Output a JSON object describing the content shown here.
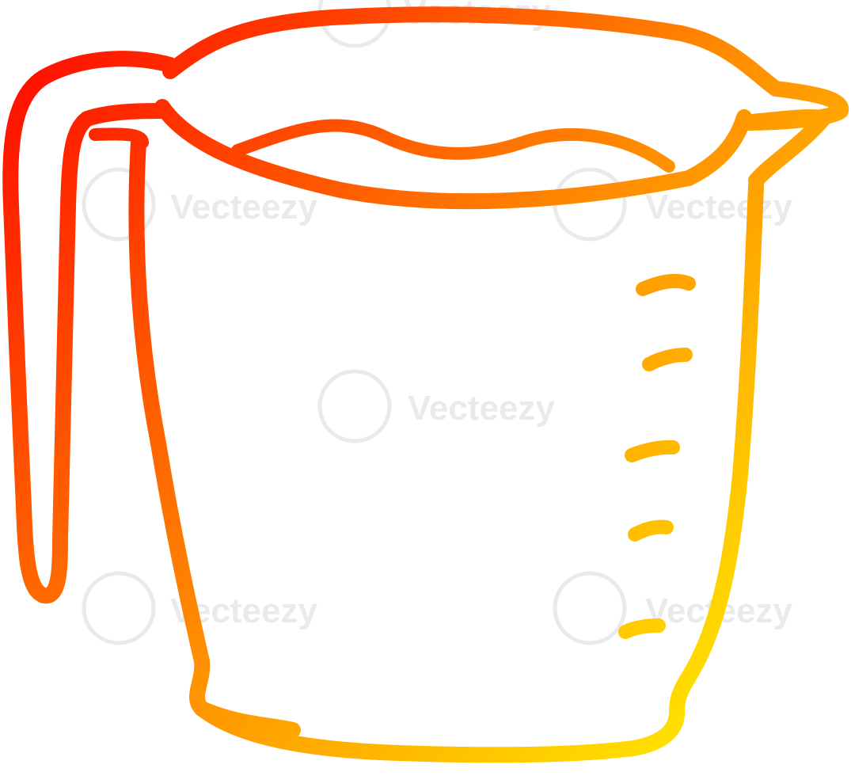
{
  "illustration": {
    "subject": "measuring-jug",
    "style": "cartoon line drawing",
    "gradient": {
      "start_color": "#ff0000",
      "mid_color": "#ff8c00",
      "end_color": "#ffff00"
    },
    "watermark": {
      "text": "Vecteezy",
      "color": "#d9d9d9"
    }
  }
}
